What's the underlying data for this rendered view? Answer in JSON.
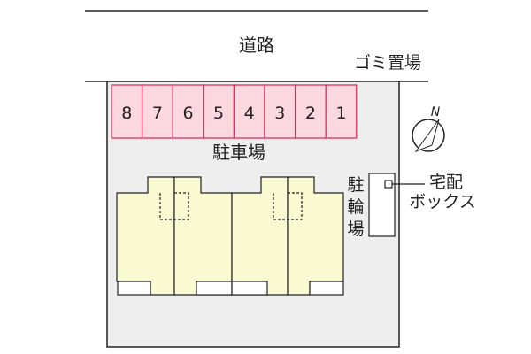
{
  "labels": {
    "road": "道路",
    "garbage": "ゴミ置場",
    "parking": "駐車場",
    "bicycle": [
      "駐",
      "輪",
      "場"
    ],
    "delivery_box": [
      "宅配",
      "ボックス"
    ],
    "north": "N"
  },
  "parking_spaces": [
    "8",
    "7",
    "6",
    "5",
    "4",
    "3",
    "2",
    "1"
  ],
  "colors": {
    "site_fill": "#eeeeee",
    "parking_fill": "#fbd7e0",
    "parking_stroke": "#e0305a",
    "building_fill": "#fafad2"
  }
}
